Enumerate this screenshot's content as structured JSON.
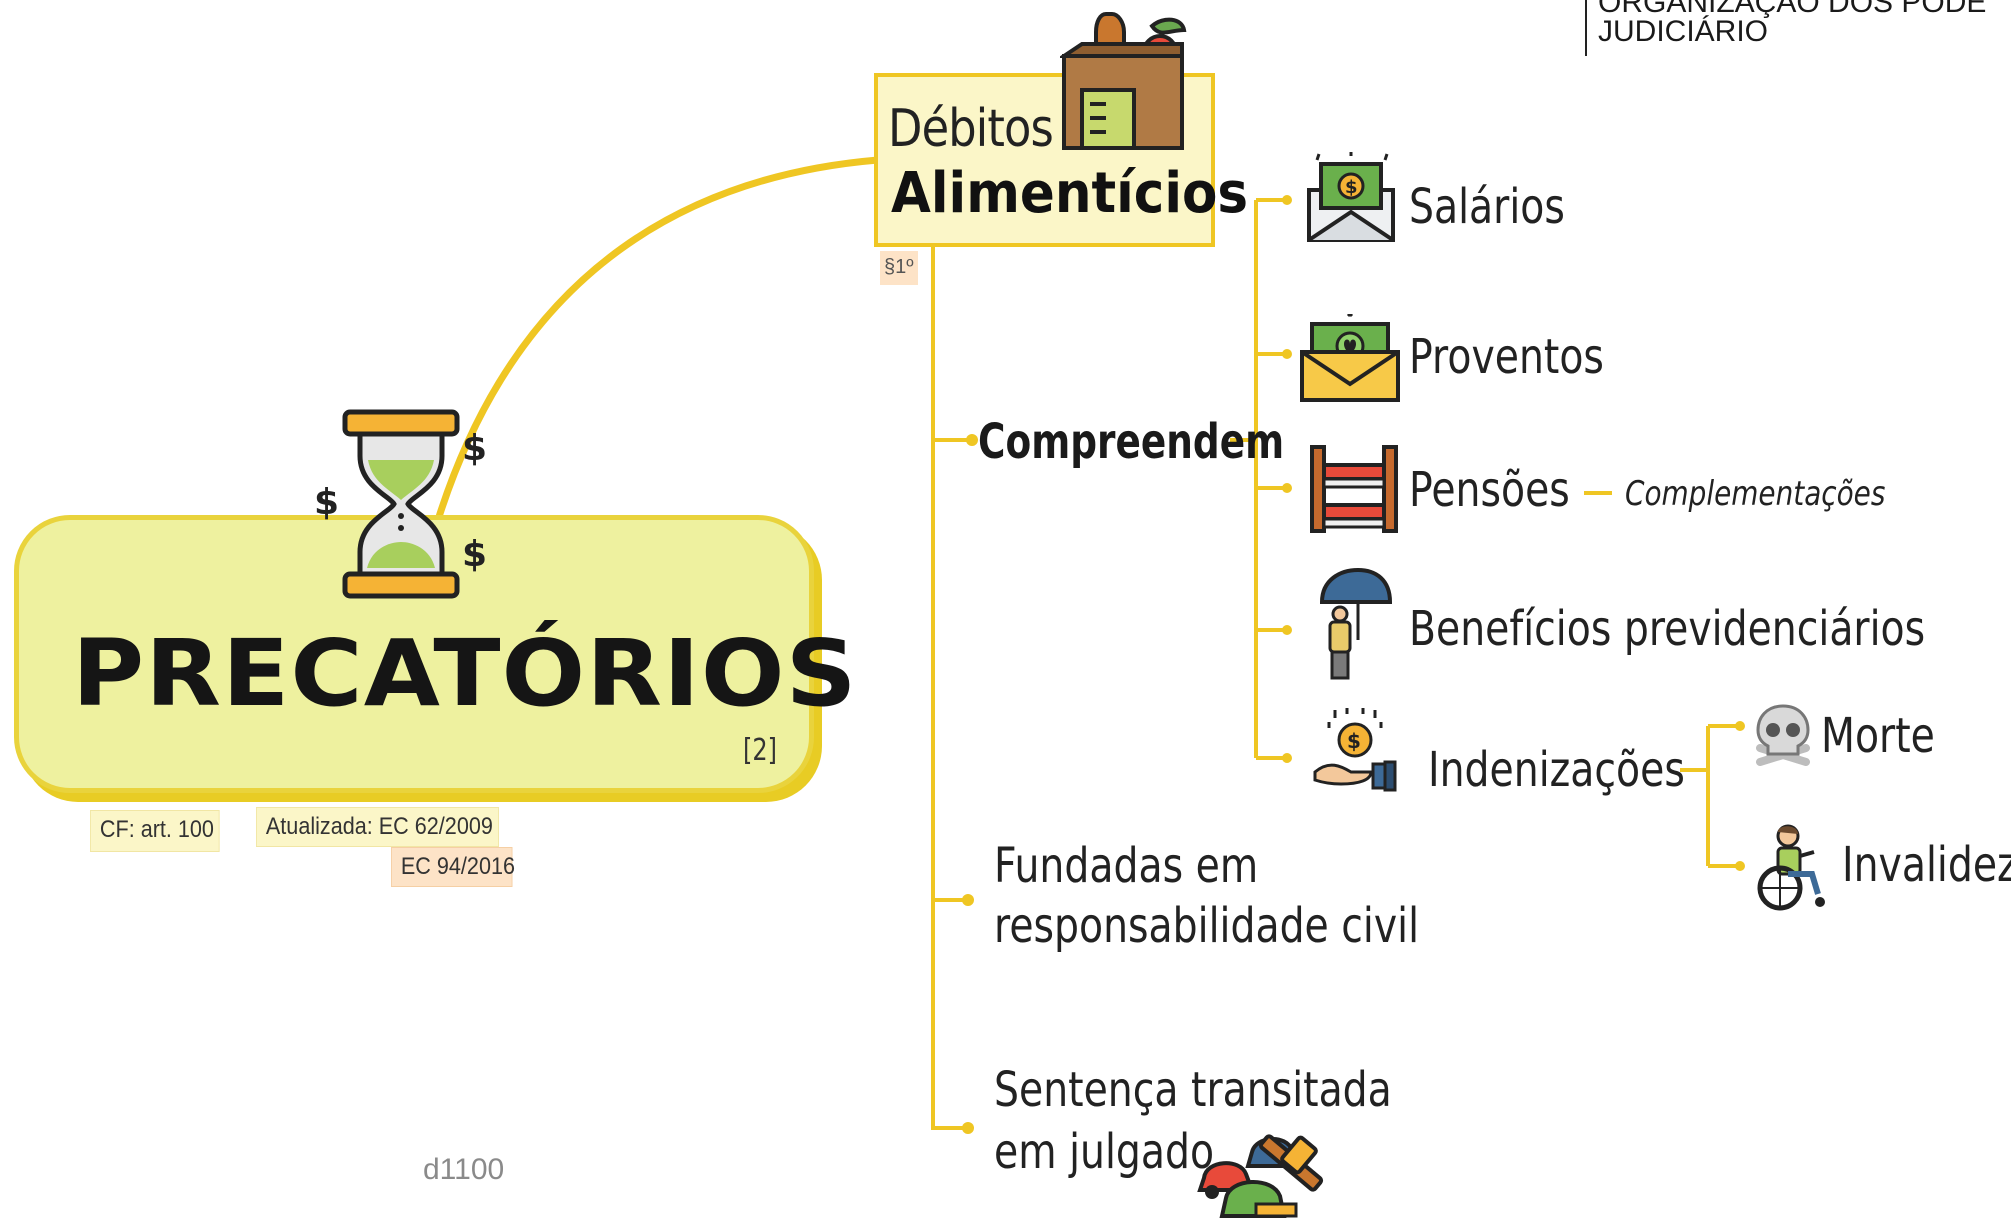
{
  "header": {
    "line1": "ORGANIZAÇÃO DOS PODE",
    "line2": "JUDICIÁRIO"
  },
  "central": {
    "title": "PRECATÓRIOS",
    "ref": "[2]",
    "tags": {
      "cf": "CF: art. 100",
      "updated": "Atualizada: EC 62/2009",
      "ec94": "EC 94/2016"
    }
  },
  "main": {
    "line1": "Débitos",
    "line2": "Alimentícios",
    "tag": "§1º"
  },
  "branches": {
    "compreendem": "Compreendem",
    "items": {
      "salarios": "Salários",
      "proventos": "Proventos",
      "pensoes": "Pensões",
      "complementacoes": "Complementações",
      "beneficios": "Benefícios previdenciários",
      "indenizacoes": "Indenizações",
      "morte": "Morte",
      "invalidez": "Invalidez"
    },
    "fundadas": {
      "line1": "Fundadas em",
      "line2": "responsabilidade civil"
    },
    "sentenca": {
      "line1": "Sentença transitada",
      "line2": "em julgado"
    }
  },
  "watermark": "d1100",
  "colors": {
    "accent": "#efc623",
    "centralFill": "#eef19f",
    "nodeFill": "#fbf6c8",
    "tagOrange": "#fde3c7",
    "text": "#1a1a1a"
  }
}
